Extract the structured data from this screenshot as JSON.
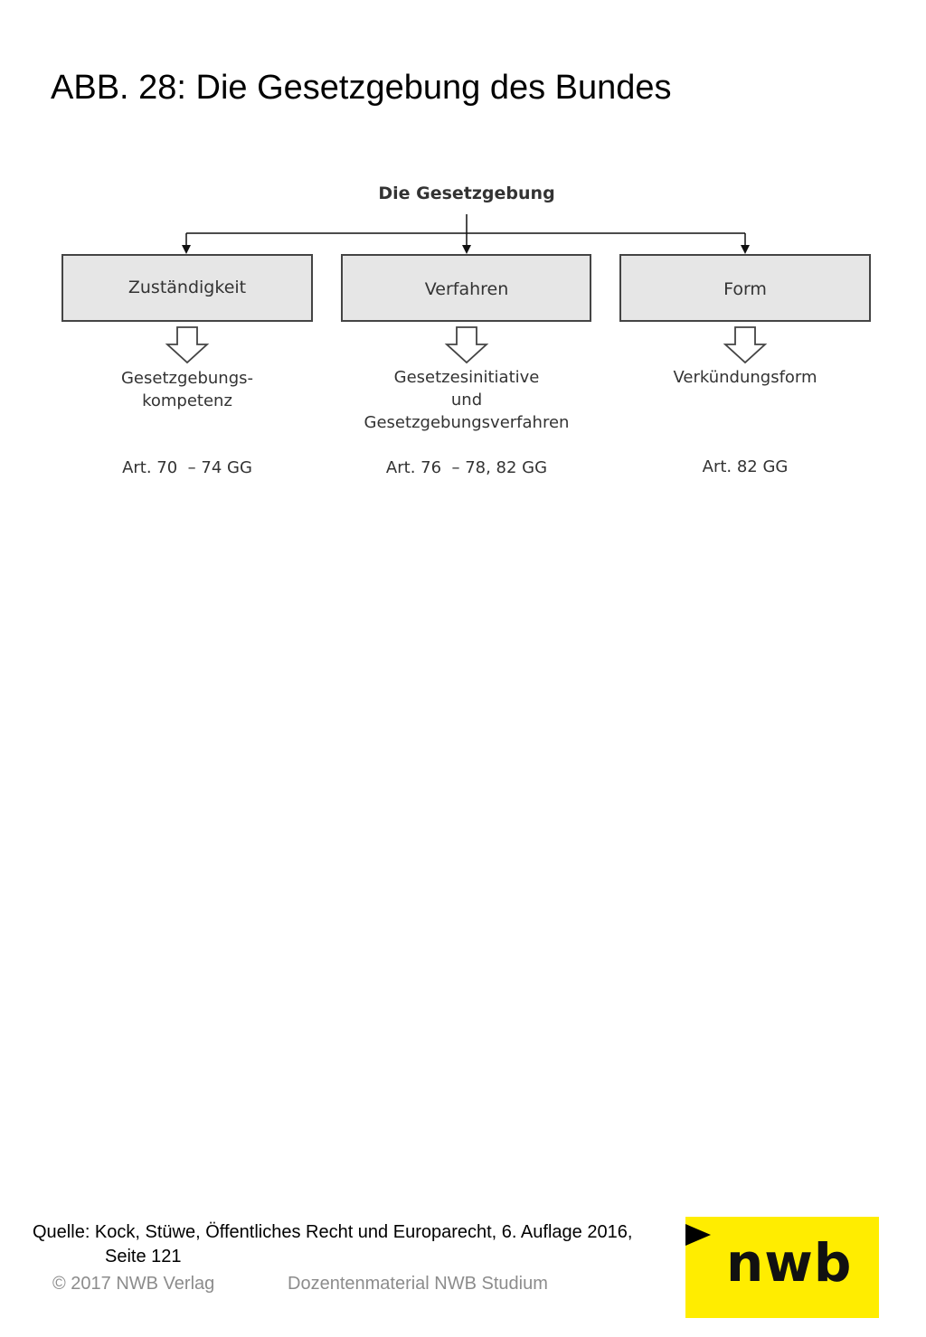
{
  "title": "ABB. 28: Die Gesetzgebung des Bundes",
  "diagram": {
    "root": "Die Gesetzgebung",
    "columns": [
      {
        "box": "Zuständigkeit",
        "result_lines": [
          "Gesetzgebungs-",
          "kompetenz"
        ],
        "reference": "Art. 70  – 74 GG"
      },
      {
        "box": "Verfahren",
        "result_lines": [
          "Gesetzesinitiative",
          "und",
          "Gesetzgebungsverfahren"
        ],
        "reference": "Art. 76  – 78, 82 GG"
      },
      {
        "box": "Form",
        "result_lines": [
          "Verkündungsform"
        ],
        "reference": "Art. 82 GG"
      }
    ],
    "colors": {
      "box_fill": "#e6e6e6",
      "box_stroke": "#444444",
      "text": "#333333"
    }
  },
  "footer": {
    "source_line1": "Quelle: Kock, Stüwe, Öffentliches Recht und Europarecht, 6. Auflage 2016,",
    "source_line2": "Seite 121",
    "copyright": "© 2017 NWB Verlag",
    "material": "Dozentenmaterial NWB Studium",
    "logo": "nwb",
    "logo_color": "#ffed00"
  }
}
